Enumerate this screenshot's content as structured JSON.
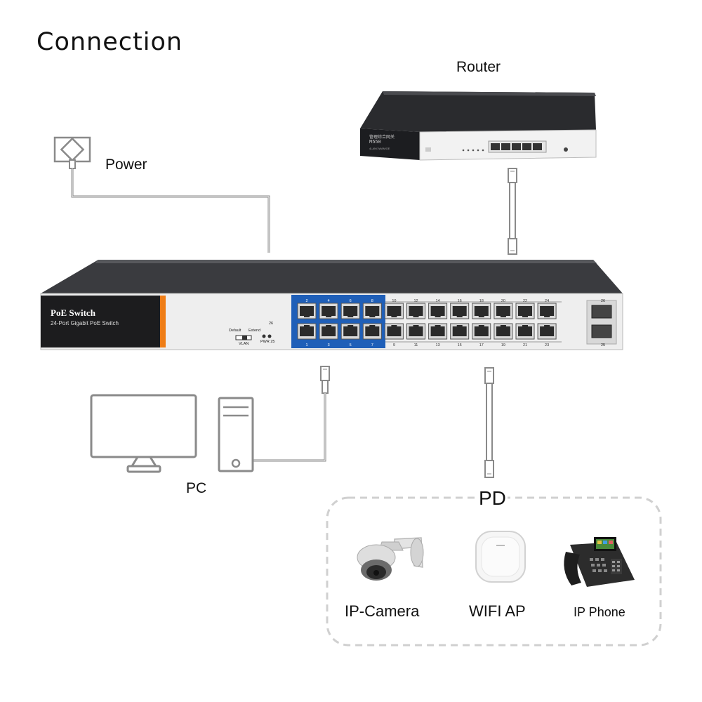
{
  "title": "Connection",
  "labels": {
    "router": "Router",
    "power": "Power",
    "pc": "PC",
    "pd": "PD"
  },
  "switch": {
    "name": "PoE Switch",
    "description": "24-Port Gigabit PoE Switch",
    "mode_default": "Default",
    "mode_extend": "Extend",
    "mode_vlan": "VLAN",
    "led_26": "26",
    "led_pwr": "PWR 25",
    "port_numbers_top": [
      "2",
      "4",
      "6",
      "8",
      "10",
      "12",
      "14",
      "16",
      "18",
      "20",
      "22",
      "24"
    ],
    "port_numbers_bottom": [
      "1",
      "3",
      "5",
      "7",
      "9",
      "11",
      "13",
      "15",
      "17",
      "19",
      "21",
      "23"
    ],
    "sfp_top": "26",
    "sfp_bottom": "25"
  },
  "router": {
    "brand": "管理综合网关",
    "model": "M550",
    "subtitle": "4LAN/1WAN/GE"
  },
  "devices": [
    {
      "name": "IP-Camera",
      "icon": "ip-camera-icon"
    },
    {
      "name": "WIFI AP",
      "icon": "wifi-ap-icon"
    },
    {
      "name": "IP Phone",
      "icon": "ip-phone-icon"
    }
  ],
  "colors": {
    "switch_body": "#3a3b3f",
    "port_panel": "#1f5fb8",
    "accent_orange": "#ef7d16",
    "line": "#8a8a8a"
  }
}
